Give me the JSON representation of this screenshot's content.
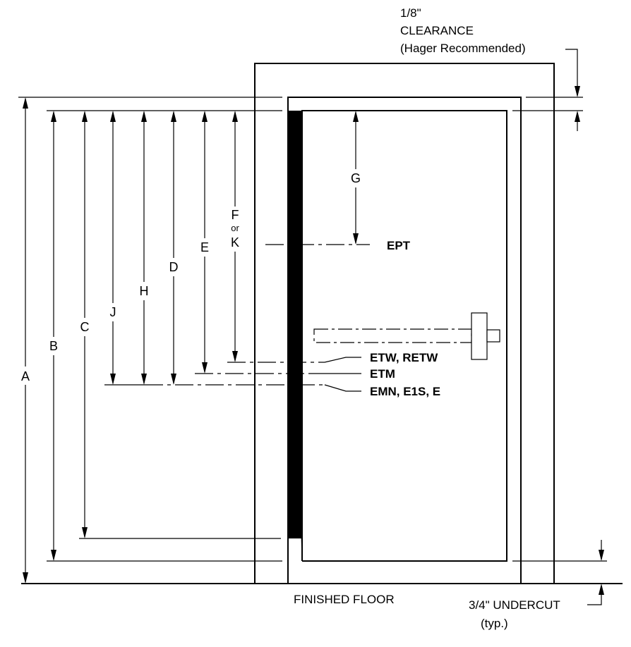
{
  "clearance": {
    "line1": "1/8\"",
    "line2": "CLEARANCE",
    "line3": "(Hager Recommended)"
  },
  "floor_label": "FINISHED  FLOOR",
  "undercut": {
    "line1": "3/4\" UNDERCUT",
    "line2": "(typ.)"
  },
  "dimension_letters": {
    "a": "A",
    "b": "B",
    "c": "C",
    "j": "J",
    "h": "H",
    "d": "D",
    "e": "E",
    "f": "F",
    "or": "or",
    "k": "K",
    "g": "G"
  },
  "device_labels": {
    "ept": "EPT",
    "etw": "ETW, RETW",
    "etm": "ETM",
    "emn": "EMN, E1S, E"
  }
}
